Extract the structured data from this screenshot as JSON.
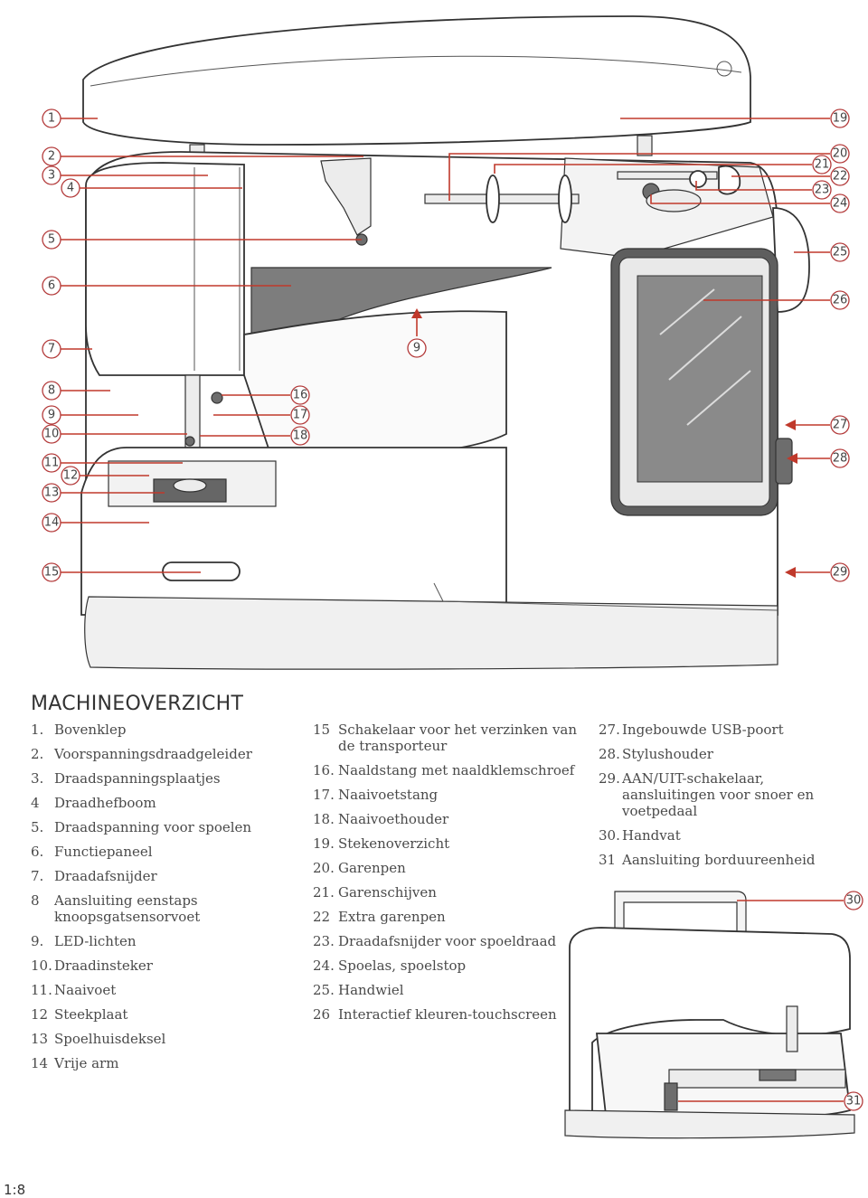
{
  "diagram_callouts": {
    "c1": "1",
    "c2": "2",
    "c3": "3",
    "c4": "4",
    "c5": "5",
    "c6": "6",
    "c7": "7",
    "c8": "8",
    "c9a": "9",
    "c10": "10",
    "c11": "11",
    "c12": "12",
    "c13": "13",
    "c14": "14",
    "c15": "15",
    "c16": "16",
    "c17": "17",
    "c18": "18",
    "c9b": "9",
    "c19": "19",
    "c20": "20",
    "c21": "21",
    "c22": "22",
    "c23": "23",
    "c24": "24",
    "c25": "25",
    "c26": "26",
    "c27": "27",
    "c28": "28",
    "c29": "29"
  },
  "heading": "MACHINEOVERZICHT",
  "list_col1": [
    {
      "num": "1.",
      "text": "Bovenklep"
    },
    {
      "num": "2.",
      "text": "Voorspanningsdraadgeleider"
    },
    {
      "num": "3.",
      "text": "Draadspanningsplaatjes"
    },
    {
      "num": "4",
      "text": "Draadhefboom"
    },
    {
      "num": "5.",
      "text": "Draadspanning voor spoelen"
    },
    {
      "num": "6.",
      "text": "Functiepaneel"
    },
    {
      "num": "7.",
      "text": "Draadafsnijder"
    },
    {
      "num": "8",
      "text": "Aansluiting eenstaps knoopsgatsensorvoet"
    },
    {
      "num": "9.",
      "text": "LED-lichten"
    },
    {
      "num": "10.",
      "text": "Draadinsteker"
    },
    {
      "num": "11.",
      "text": "Naaivoet"
    },
    {
      "num": "12",
      "text": "Steekplaat"
    },
    {
      "num": "13",
      "text": "Spoelhuisdeksel"
    },
    {
      "num": "14",
      "text": "Vrije arm"
    }
  ],
  "list_col2": [
    {
      "num": "15",
      "text": "Schakelaar voor het verzinken van de transporteur"
    },
    {
      "num": "16.",
      "text": "Naaldstang met naaldklemschroef"
    },
    {
      "num": "17.",
      "text": "Naaivoetstang"
    },
    {
      "num": "18.",
      "text": "Naaivoethouder"
    },
    {
      "num": "19.",
      "text": "Stekenoverzicht"
    },
    {
      "num": "20.",
      "text": "Garenpen"
    },
    {
      "num": "21.",
      "text": "Garenschijven"
    },
    {
      "num": "22",
      "text": "Extra garenpen"
    },
    {
      "num": "23.",
      "text": "Draadafsnijder voor spoeldraad"
    },
    {
      "num": "24.",
      "text": "Spoelas, spoelstop"
    },
    {
      "num": "25.",
      "text": "Handwiel"
    },
    {
      "num": "26",
      "text": "Interactief kleuren-touchscreen"
    }
  ],
  "list_col3": [
    {
      "num": "27.",
      "text": "Ingebouwde USB-poort"
    },
    {
      "num": "28.",
      "text": "Stylushouder"
    },
    {
      "num": "29.",
      "text": "AAN/UIT-schakelaar, aansluitingen voor snoer en voetpedaal"
    },
    {
      "num": "30.",
      "text": "Handvat"
    },
    {
      "num": "31",
      "text": "Aansluiting borduureenheid"
    }
  ],
  "small_callouts": {
    "c30": "30",
    "c31": "31"
  },
  "footer": "1:8",
  "colors": {
    "leader": "#c0392b",
    "callout_border": "#b33a3a",
    "screen": "#7a7a7a"
  }
}
